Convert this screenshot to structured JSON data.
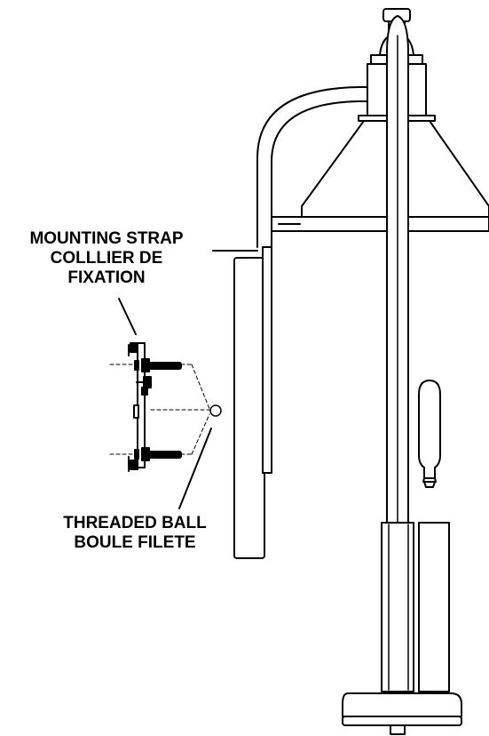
{
  "labels": {
    "mounting_strap": {
      "en": "MOUNTING STRAP",
      "fr_line1": "COLLLIER DE",
      "fr_line2": "FIXATION"
    },
    "threaded_ball": {
      "en": "THREADED BALL",
      "fr": "BOULE FILETE"
    }
  },
  "colors": {
    "ink": "#000000",
    "paper": "#ffffff"
  }
}
